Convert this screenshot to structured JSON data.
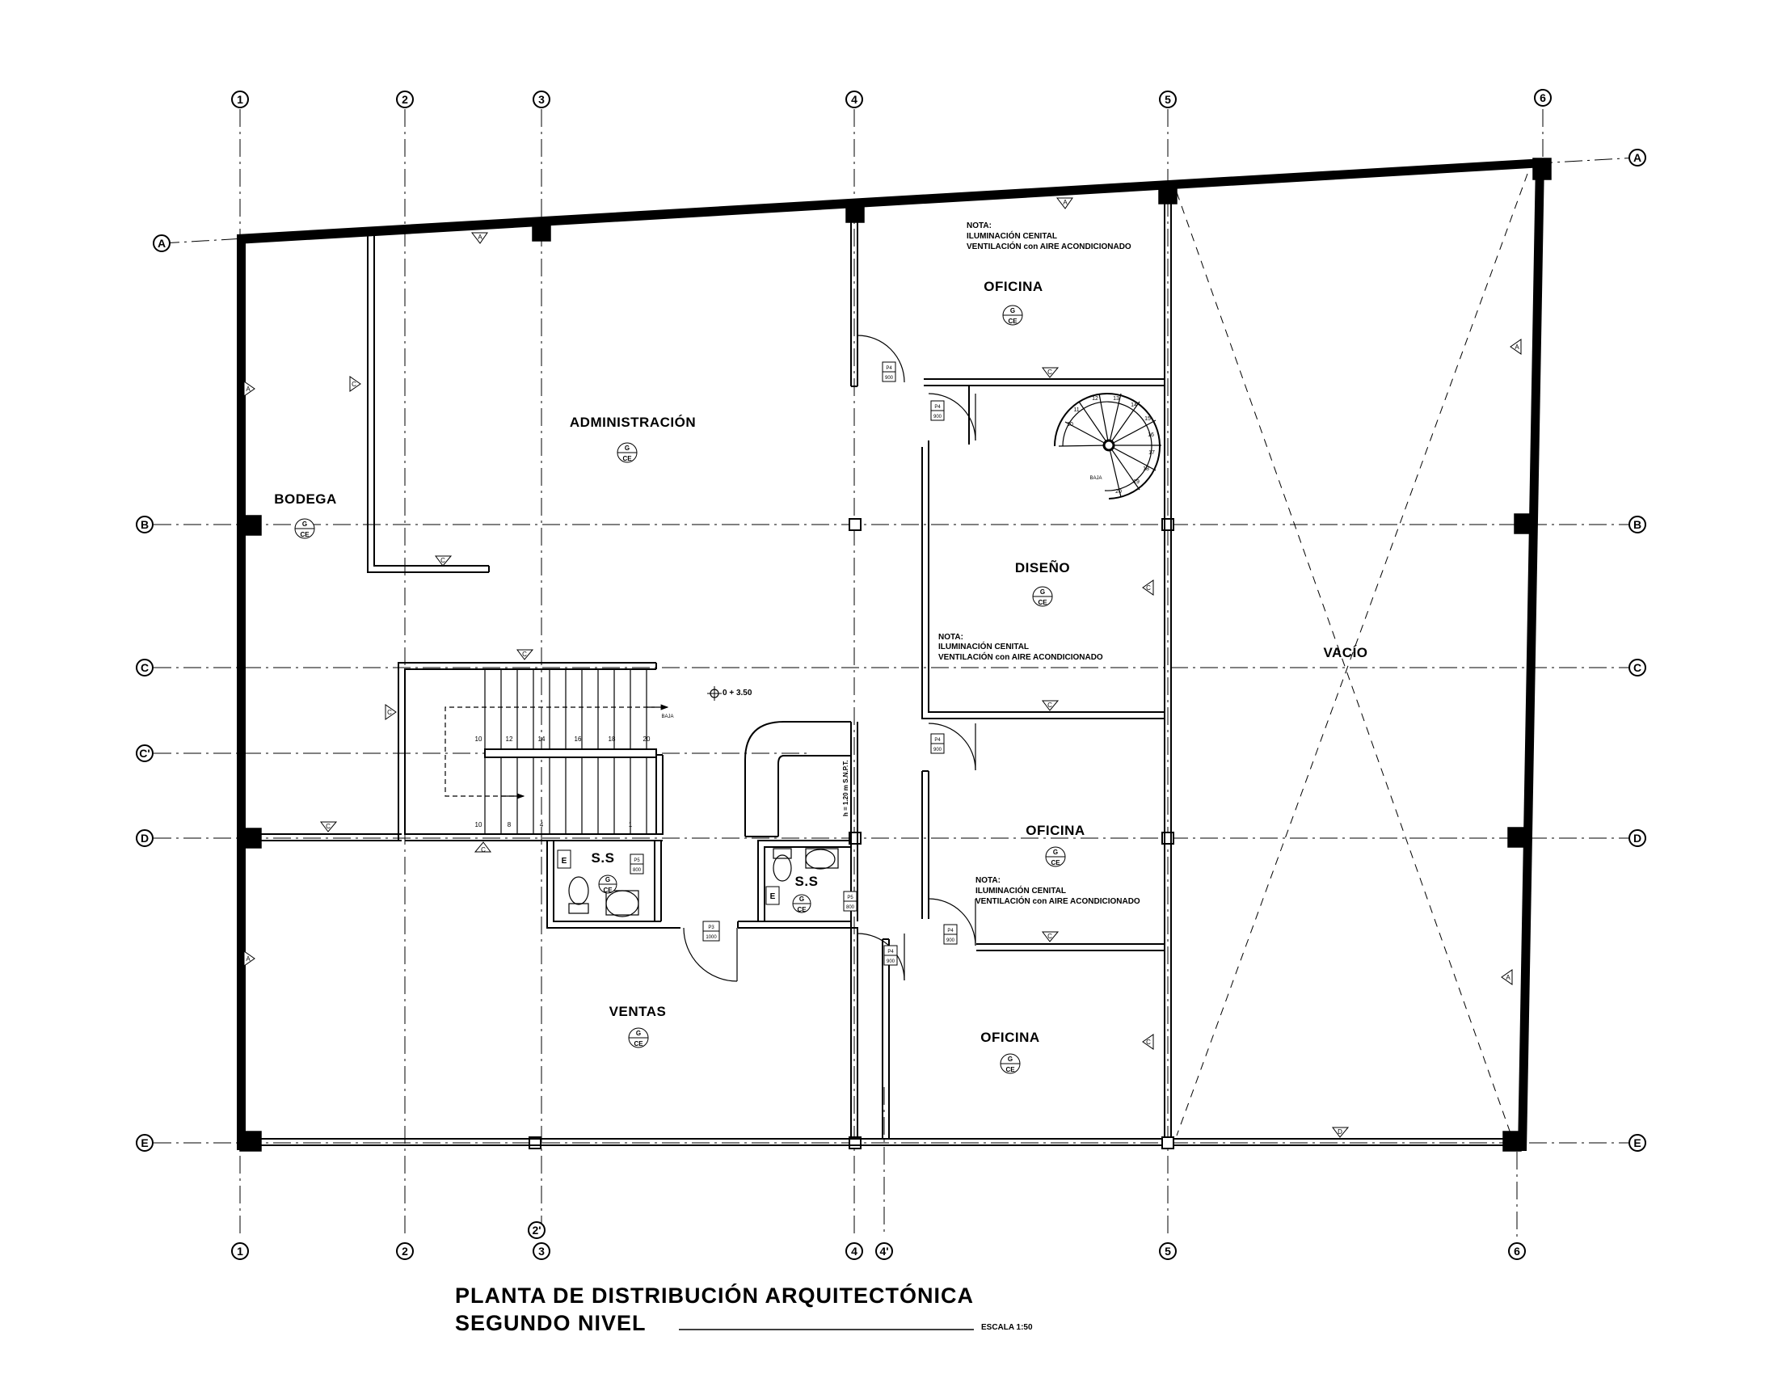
{
  "title": {
    "line1": "PLANTA DE DISTRIBUCIÓN ARQUITECTÓNICA",
    "line2": "SEGUNDO NIVEL",
    "scale": "ESCALA 1:50"
  },
  "grid": {
    "top_columns": [
      "1",
      "2",
      "3",
      "4",
      "5",
      "6"
    ],
    "bottom_columns": [
      "1",
      "2",
      "3",
      "4",
      "4'",
      "5",
      "6"
    ],
    "extra_column": "2'",
    "left_rows": [
      "A",
      "B",
      "C",
      "C'",
      "D",
      "E"
    ],
    "right_rows": [
      "A",
      "B",
      "C",
      "D",
      "E"
    ]
  },
  "rooms": {
    "bodega": "BODEGA",
    "administracion": "ADMINISTRACIÓN",
    "oficina_top": "OFICINA",
    "diseno": "DISEÑO",
    "oficina_mid": "OFICINA",
    "oficina_low": "OFICINA",
    "ventas": "VENTAS",
    "vacio": "VACÍO",
    "ss_left": "S.S",
    "ss_right": "S.S"
  },
  "finish_code": {
    "top": "G",
    "bottom": "CE"
  },
  "note": {
    "title": "NOTA:",
    "line1": "ILUMINACIÓN CENITAL",
    "line2": "VENTILACIÓN con AIRE ACONDICIONADO"
  },
  "note_top_title": "NOTA:",
  "note_top_line1": "ILUMINACIÓN CENITAL",
  "note_top_line2": "VENTILACIÓN con AIRE ACONDICIONADO",
  "note_mid_title": "NOTA:",
  "note_mid_line1": "ILUMINACIÓN CENITAL",
  "note_mid_line2": "VENTILACIÓN con AIRE ACONDICIONADO",
  "note_low_title": "NOTA:",
  "note_low_line1": "ILUMINACIÓN CENITAL",
  "note_low_line2": "VENTILACIÓN con AIRE ACONDICIONADO",
  "level": "0 + 3.50",
  "railing": "h = 1.20 m S.N.P.T.",
  "stair_labels": {
    "baja": "BAJA",
    "top_numbers": [
      "10",
      "12",
      "14",
      "16",
      "18",
      "20"
    ],
    "bottom_numbers": [
      "10",
      "8",
      "4",
      "1"
    ]
  },
  "spiral_numbers": [
    "10",
    "11",
    "12",
    "13",
    "14",
    "15",
    "16",
    "17",
    "18",
    "19",
    "20"
  ],
  "spiral_baja": "BAJA",
  "door_tags": {
    "p4": "P4",
    "p5": "P5",
    "p3": "P3",
    "w900": "900",
    "w800": "800",
    "w1000": "1000"
  },
  "wall_marks": [
    "A",
    "C",
    "D",
    "E"
  ]
}
